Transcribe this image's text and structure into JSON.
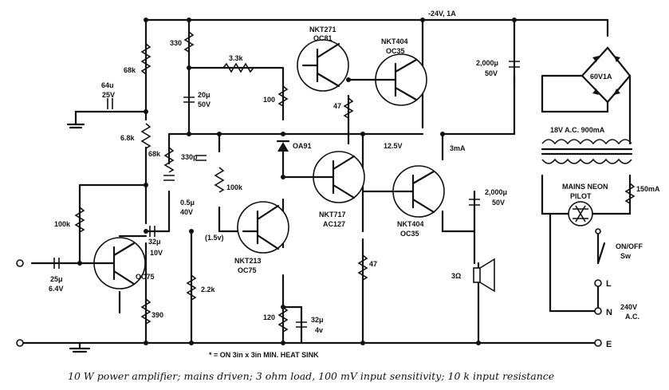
{
  "supply": {
    "rail": "-24V, 1A",
    "bias_node": "12.5V",
    "current": "3mA"
  },
  "components": {
    "r330": "330",
    "r68k_a": "68k",
    "r68k_b": "6.8k",
    "r68k_c": "68k",
    "c64": [
      "64u",
      "25V"
    ],
    "r33k": "3.3k",
    "c20": [
      "20μ",
      "50V"
    ],
    "r100": "100",
    "r47a": "47",
    "c330p": "330p",
    "c05": [
      "0.5μ",
      "40V"
    ],
    "r100k_pot": "100k",
    "r100k": "100k",
    "c32": [
      "32μ",
      "10V"
    ],
    "bias_v": "(1.5v)",
    "r22k": "2.2k",
    "r390": "390",
    "c25": [
      "25μ",
      "6.4V"
    ],
    "r120": "120",
    "c32b": [
      "32μ",
      "4v"
    ],
    "r47b": "47",
    "diode": "OA91",
    "c2000a": [
      "2,000μ",
      "50V"
    ],
    "c2000b": [
      "2,000μ",
      "50V"
    ],
    "load": "3Ω",
    "bridge": "60V1A",
    "transformer": "18V A.C. 900mA",
    "neon_current": "150mA",
    "neon": [
      "MAINS NEON",
      "PILOT"
    ],
    "switch": [
      "ON/OFF",
      "Sw"
    ],
    "mains": [
      "240V",
      "A.C."
    ]
  },
  "transistors": {
    "t1": "NKT271",
    "t1b": "OC81",
    "t2": "NKT404",
    "t2b": "OC35",
    "t3": "NKT717",
    "t3b": "AC127",
    "t4": "NKT404",
    "t4b": "OC35",
    "t5": "NKT213",
    "t5b": "OC75",
    "t6": "OC75"
  },
  "terminals": {
    "L": "L",
    "N": "N",
    "E": "E"
  },
  "heat_sink_note": "* = ON 3in x 3in MIN. HEAT SINK",
  "caption": "10 W power amplifier; mains driven; 3 ohm load, 100 mV input sensitivity; 10 k input resistance"
}
